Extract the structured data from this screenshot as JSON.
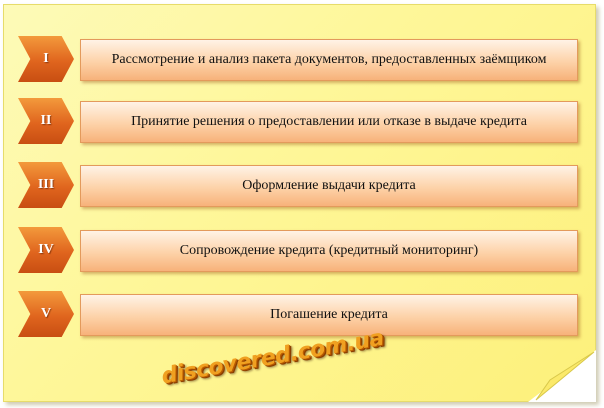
{
  "steps": [
    {
      "numeral": "I",
      "text": "Рассмотрение и анализ пакета документов, предоставленных заёмщиком"
    },
    {
      "numeral": "II",
      "text": "Принятие решения о предоставлении или отказе в выдаче кредита"
    },
    {
      "numeral": "III",
      "text": "Оформление выдачи кредита"
    },
    {
      "numeral": "IV",
      "text": "Сопровождение кредита (кредитный мониторинг)"
    },
    {
      "numeral": "V",
      "text": "Погашение кредита"
    }
  ],
  "watermark": "discovered.com.ua",
  "colors": {
    "note_background": "#fef79a",
    "chevron": "#e0651e",
    "box_fill": "#fdd2a8",
    "box_border": "#e39a5c",
    "watermark": "#f0a020"
  }
}
